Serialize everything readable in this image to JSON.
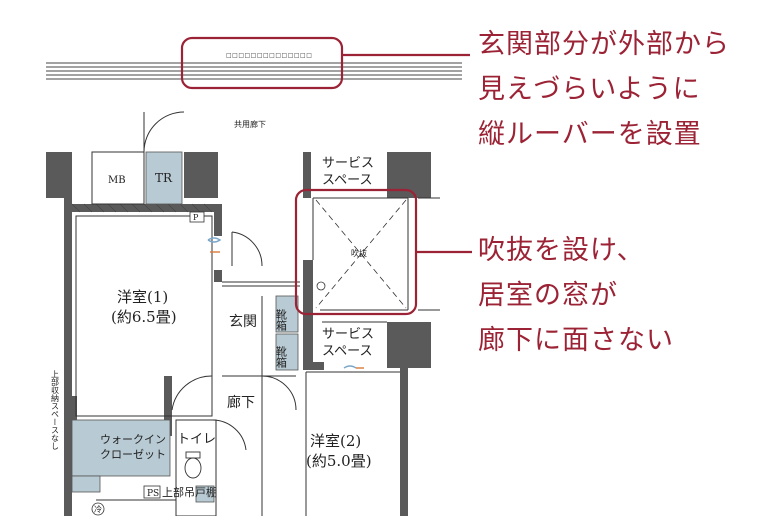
{
  "louver_markings": "□□□□□□□□□□□□□□",
  "rooms": {
    "corridor": "共用廊下",
    "mb": "MB",
    "tr": "TR",
    "p": "P",
    "western_room_1_name": "洋室(1)",
    "western_room_1_size": "(約6.5畳)",
    "entrance": "玄関",
    "shoe_box_1": "靴箱",
    "shoe_box_2": "靴箱",
    "hallway": "廊下",
    "western_room_2_name": "洋室(2)",
    "western_room_2_size": "(約5.0畳)",
    "walk_in_closet_1": "ウォークイン",
    "walk_in_closet_2": "クローゼット",
    "toilet": "トイレ",
    "ps": "PS",
    "upper_cabinet": "上部吊戸棚",
    "service_space_top_1": "サービス",
    "service_space_top_2": "スペース",
    "service_space_bottom_1": "サービス",
    "service_space_bottom_2": "スペース",
    "void": "吹抜",
    "side_note": "上部収納スペースなし",
    "bottom_mark": "冷"
  },
  "callouts": {
    "louver": [
      "玄関部分が外部から",
      "見えづらいように",
      "縦ルーバーを設置"
    ],
    "void": [
      "吹抜を設け、",
      "居室の窓が",
      "廊下に面さない"
    ]
  },
  "colors": {
    "accent": "#9b2335",
    "wall": "#555555",
    "fixture_blue": "#b8cad3"
  }
}
